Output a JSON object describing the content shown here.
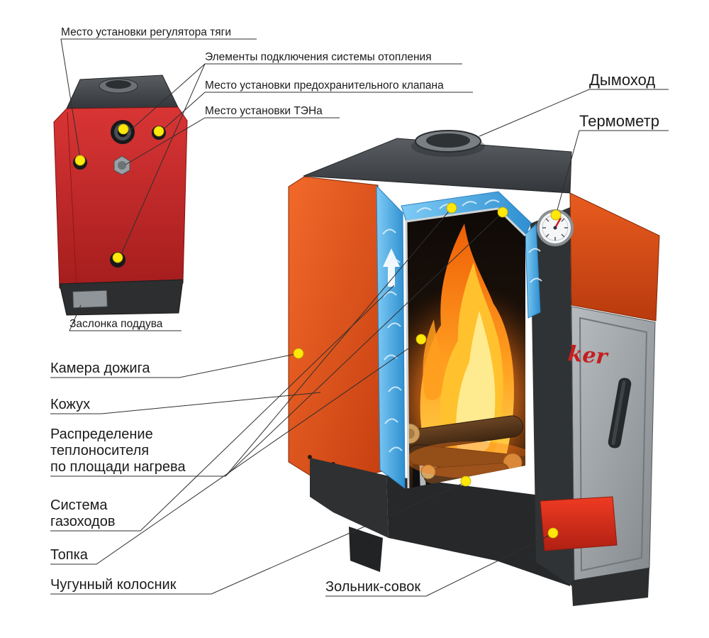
{
  "labels": {
    "draft_regulator": "Место установки регулятора тяги",
    "heating_connections": "Элементы подключения системы отопления",
    "safety_valve": "Место установки предохранительного клапана",
    "heating_element": "Место установки ТЭНа",
    "air_damper": "Заслонка поддува",
    "chimney": "Дымоход",
    "thermometer": "Термометр",
    "afterburning_chamber": "Камера дожига",
    "casing": "Кожух",
    "coolant_distribution": "Распределение\nтеплоносителя\nпо площади нагрева",
    "gas_duct_system": "Система\nгазоходов",
    "firebox": "Топка",
    "cast_iron_grate": "Чугунный колосник",
    "ash_pan": "Зольник-совок",
    "logo": "ker"
  },
  "colors": {
    "marker_yellow": "#ffe70a",
    "stove_orange": "#e8541c",
    "boiler_red": "#cf2727",
    "water_blue": "#58b7ef",
    "door_gray": "#9aa0a4",
    "drawer_red": "#d92b1f"
  }
}
